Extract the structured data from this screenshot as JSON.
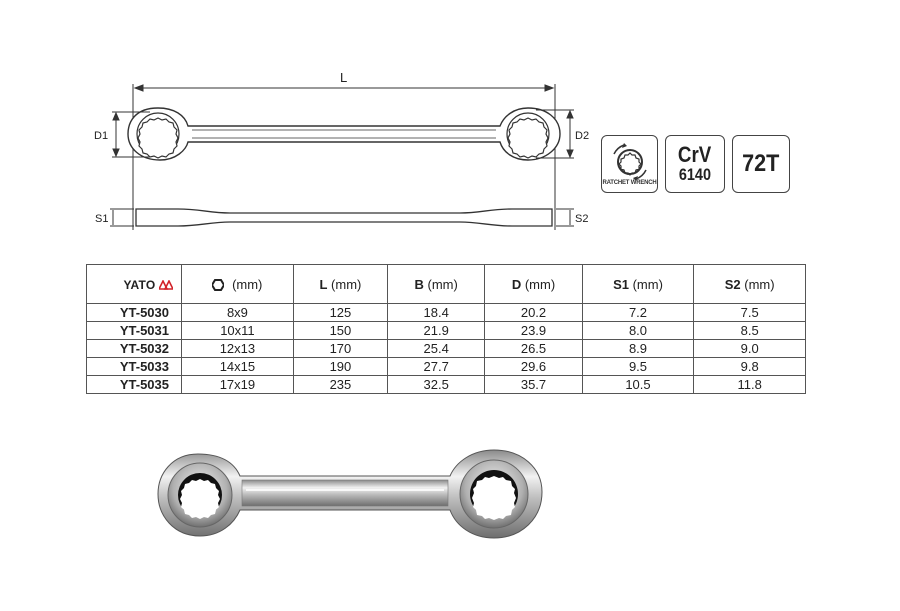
{
  "drawing": {
    "dim_length": "L",
    "dim_d1": "D1",
    "dim_d2": "D2",
    "dim_s1": "S1",
    "dim_s2": "S2"
  },
  "badges": {
    "ratchet_caption": "RATCHET WRENCH",
    "material_top": "CrV",
    "material_bottom": "6140",
    "teeth": "72T"
  },
  "table": {
    "brand": "YATO",
    "headers": [
      {
        "sym": "",
        "unit": "(mm)"
      },
      {
        "sym": "L",
        "unit": "(mm)"
      },
      {
        "sym": "B",
        "unit": "(mm)"
      },
      {
        "sym": "D",
        "unit": "(mm)"
      },
      {
        "sym": "S1",
        "unit": "(mm)"
      },
      {
        "sym": "S2",
        "unit": "(mm)"
      }
    ],
    "rows": [
      {
        "code": "YT-5030",
        "size": "8x9",
        "l": "125",
        "b": "18.4",
        "d": "20.2",
        "s1": "7.2",
        "s2": "7.5"
      },
      {
        "code": "YT-5031",
        "size": "10x11",
        "l": "150",
        "b": "21.9",
        "d": "23.9",
        "s1": "8.0",
        "s2": "8.5"
      },
      {
        "code": "YT-5032",
        "size": "12x13",
        "l": "170",
        "b": "25.4",
        "d": "26.5",
        "s1": "8.9",
        "s2": "9.0"
      },
      {
        "code": "YT-5033",
        "size": "14x15",
        "l": "190",
        "b": "27.7",
        "d": "29.6",
        "s1": "9.5",
        "s2": "9.8"
      },
      {
        "code": "YT-5035",
        "size": "17x19",
        "l": "235",
        "b": "32.5",
        "d": "35.7",
        "s1": "10.5",
        "s2": "11.8"
      }
    ]
  },
  "colors": {
    "line": "#333333",
    "text": "#222222",
    "brand_logo": "#d2232a"
  },
  "icons": [
    "ratchet-wrench-icon",
    "hexagon-icon",
    "yato-logo-icon",
    "wrench-photo"
  ]
}
